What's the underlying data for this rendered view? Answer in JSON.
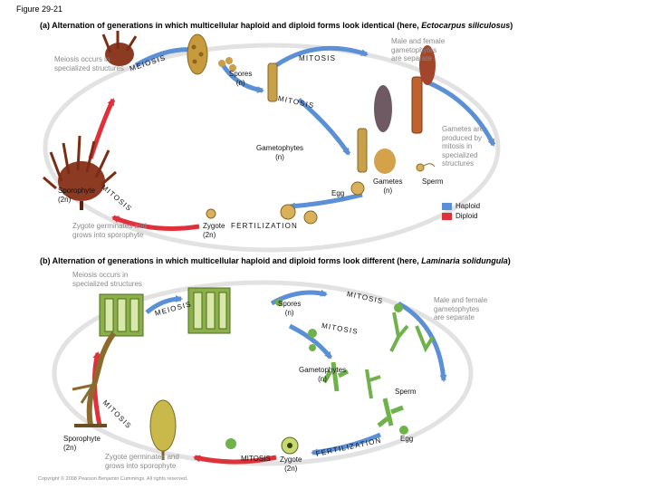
{
  "figure_label": "Figure 29-21",
  "panel_a": {
    "letter": "(a)",
    "title_main": "Alternation of generations in which multicellular haploid and diploid forms look identical (here,",
    "species": "Ectocarpus siliculosus",
    "title_end": ")",
    "labels": {
      "meiosis_note": "Meiosis occurs in\nspecialized structures",
      "meiosis": "MEIOSIS",
      "mitosis_top": "MITOSIS",
      "spores": "Spores\n(n)",
      "male_female": "Male and female\ngametophytes\nare separate",
      "mitosis_right": "MITOSIS",
      "gametes_produced": "Gametes are\nproduced by\nmitosis in\nspecialized\nstructures",
      "gametophytes": "Gametophytes\n(n)",
      "sporophyte": "Sporophyte\n(2n)",
      "mitosis_left": "MITOSIS",
      "egg": "Egg",
      "gametes": "Gametes\n(n)",
      "sperm": "Sperm",
      "zygote_germinates": "Zygote germinates and\ngrows into sporophyte",
      "zygote": "Zygote\n(2n)",
      "fertilization": "FERTILIZATION"
    },
    "legend": [
      {
        "label": "Haploid",
        "color": "#5b8fd6"
      },
      {
        "label": "Diploid",
        "color": "#e0303a"
      }
    ]
  },
  "panel_b": {
    "letter": "(b)",
    "title_main": "Alternation of generations in which multicellular haploid and diploid forms look different (here,",
    "species": "Laminaria solidungula",
    "title_end": ")",
    "labels": {
      "meiosis_note": "Meiosis occurs in\nspecialized structures",
      "meiosis": "MEIOSIS",
      "mitosis_top": "MITOSIS",
      "spores": "Spores\n(n)",
      "male_female": "Male and female\ngametophytes\nare separate",
      "mitosis_mid": "MITOSIS",
      "gametophytes": "Gametophytes\n(n)",
      "sperm": "Sperm",
      "mitosis_left": "MITOSIS",
      "sporophyte": "Sporophyte\n(2n)",
      "egg": "Egg",
      "zygote_germinates": "Zygote germinates and\ngrows into sporophyte",
      "mitosis_bottom": "MITOSIS",
      "zygote": "Zygote\n(2n)",
      "fertilization": "FERTILIZATION"
    }
  },
  "copyright": "Copyright © 2008 Pearson Benjamin Cummings. All rights reserved."
}
